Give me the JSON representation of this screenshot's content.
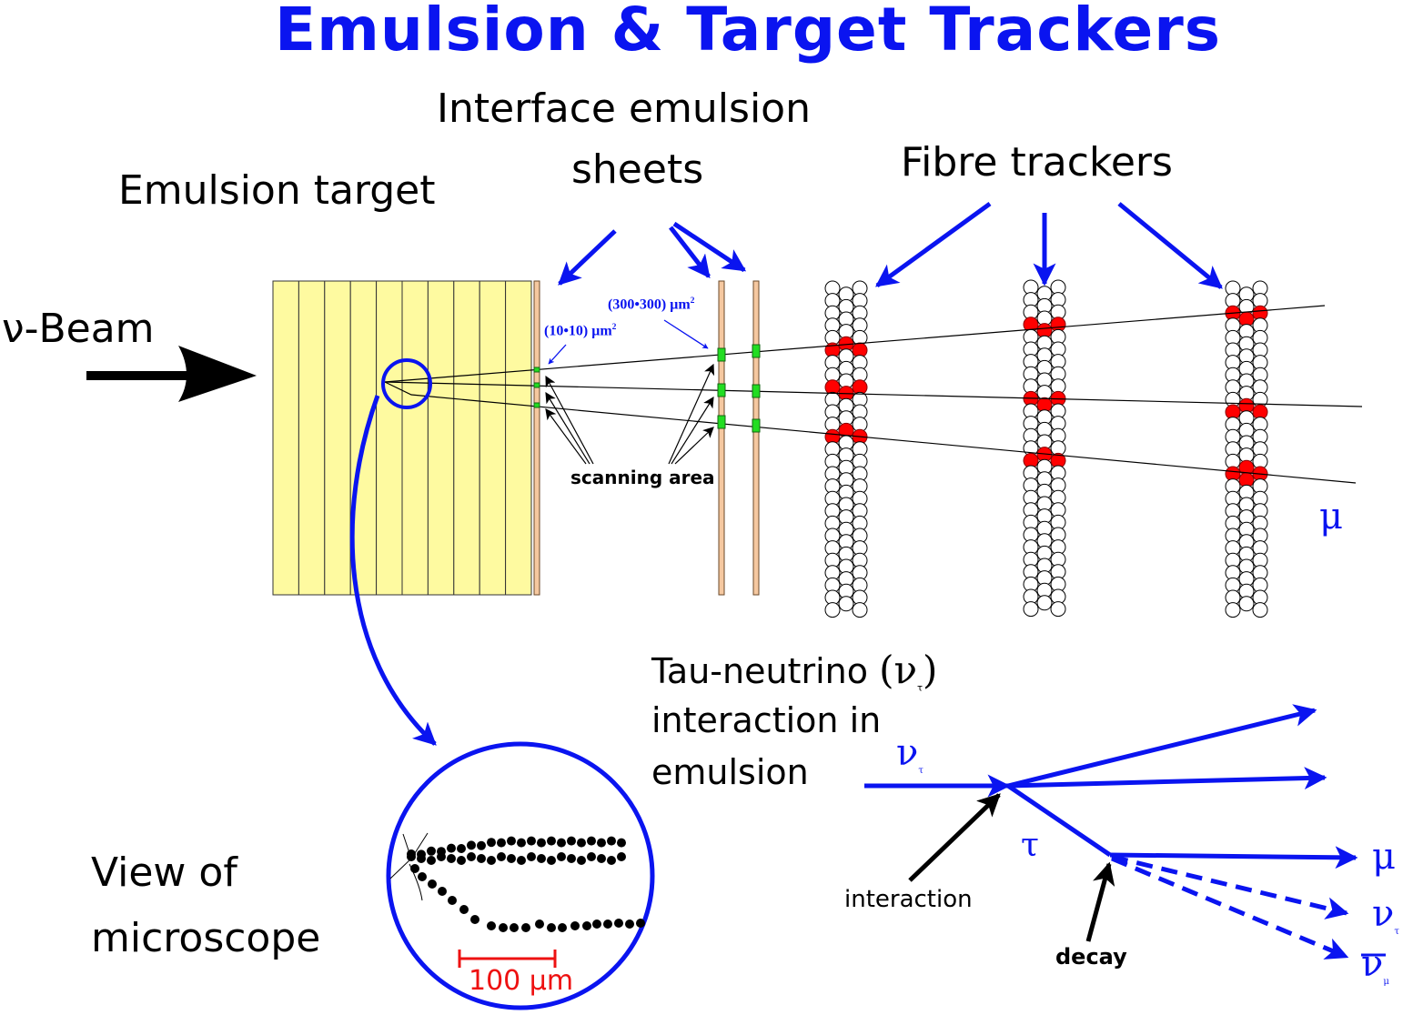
{
  "title": "Emulsion & Target Trackers",
  "colors": {
    "title_blue": "#0a14f0",
    "emulsion_yellow": "#fefaa0",
    "sheet_orange": "#f5c8a0",
    "scan_green": "#22dd22",
    "hit_red": "#ff0000",
    "scale_red": "#ee1111"
  },
  "labels": {
    "interface_line1": "Interface emulsion",
    "interface_line2": "sheets",
    "fibre_trackers": "Fibre trackers",
    "emulsion_target": "Emulsion target",
    "beam": "ν-Beam",
    "area_small": "(10•10) μm",
    "area_large": "(300•300) μm",
    "area_exp": "2",
    "scanning_area": "scanning area",
    "muon_track": "μ",
    "view_line1": "View of",
    "view_line2": "microscope",
    "scale_bar": "100 μm",
    "tau_line1": "Tau-neutrino",
    "tau_symbol": "(ν",
    "tau_symbol_close": ")",
    "tau_sub": "τ",
    "tau_line2": "interaction in",
    "tau_line3": "emulsion"
  },
  "interaction": {
    "incoming": "ν",
    "incoming_sub": "τ",
    "tau": "τ",
    "interaction_label": "interaction",
    "decay_label": "decay",
    "products": [
      {
        "symbol": "μ",
        "sub": "",
        "bar": false,
        "dashed": false
      },
      {
        "symbol": "ν",
        "sub": "τ",
        "bar": false,
        "dashed": true
      },
      {
        "symbol": "ν",
        "sub": "μ",
        "bar": true,
        "dashed": true
      }
    ]
  },
  "detector": {
    "emulsion_plates": 10,
    "interface_sheets": 3,
    "fibre_tracker_stations": 3,
    "fibre_layers_per_station": 3,
    "fibre_rows_per_layer": 27,
    "tracks": 3
  }
}
